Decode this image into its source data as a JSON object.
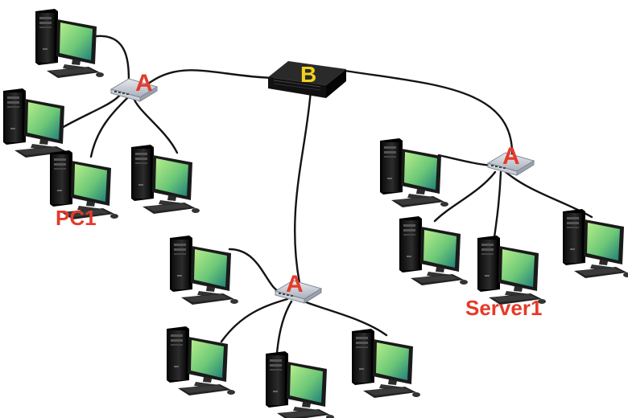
{
  "colors": {
    "label_red": "#e53a2a",
    "label_yellow": "#f2d21a",
    "cable": "#141414",
    "screen_light": "#9fe07a",
    "screen_dark": "#1f7f7a"
  },
  "diagram": {
    "switch_label": "B",
    "hub_labels": [
      "A",
      "A",
      "A"
    ],
    "pc_label": "PC1",
    "server_label": "Server1"
  },
  "icons": {
    "computer": "desktop-computer-icon",
    "hub": "hub-icon",
    "switch": "switch-icon"
  }
}
